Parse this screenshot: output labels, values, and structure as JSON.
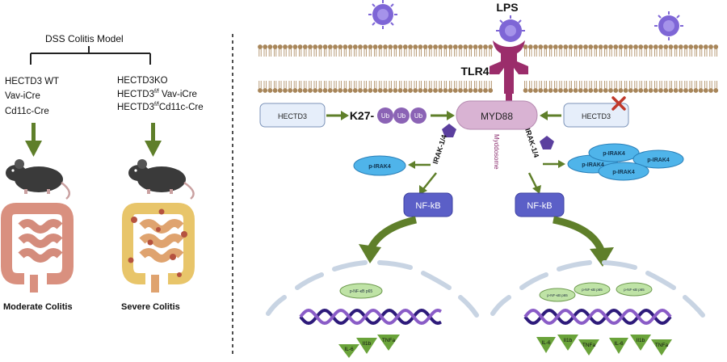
{
  "left": {
    "model_title": "DSS Colitis Model",
    "group_a": [
      "HECTD3 WT",
      "Vav-iCre",
      "Cd11c-Cre"
    ],
    "group_b": {
      "line1": "HECTD3KO",
      "line2_main": "HECTD3",
      "line2_sup": "f/f",
      "line2_tail": " Vav-iCre",
      "line3_main": "HECTD3",
      "line3_sup": "f/f",
      "line3_tail": "Cd11c-Cre"
    },
    "outcome_a": "Moderate Colitis",
    "outcome_b": "Severe Colitis"
  },
  "right": {
    "lps": "LPS",
    "tlr4": "TLR4",
    "myd88": "MYD88",
    "myddosome": "Myddosome",
    "hectd3_left": "HECTD3",
    "hectd3_right": "HECTD3",
    "k27": "K27-",
    "ub": "Ub",
    "irak14_left": "IRAK-1/4",
    "irak14_right": "IRAK-1/4",
    "p_irak4": "p-IRAK4",
    "nfkb": "NF-kB",
    "p65": "p-NF-κB p65",
    "il1b": "Il1b",
    "il6": "IL-6",
    "tnfa": "TNFa"
  },
  "colors": {
    "arrow_green": "#5f7f2a",
    "hectd3_fill": "#e6eefa",
    "myd88_fill": "#d9b3d3",
    "ub_fill": "#8b63b5",
    "nfkb_fill": "#5b5fc7",
    "pirak4_fill": "#4fb4ea",
    "tlr4": "#9b2d6b",
    "membrane": "#a8865a",
    "cross_red": "#c0392b",
    "p65_fill": "#bfe3a6",
    "cytokine_green": "#6aa33a",
    "dna_a": "#2d1a7a",
    "dna_b": "#8a5cc7"
  }
}
